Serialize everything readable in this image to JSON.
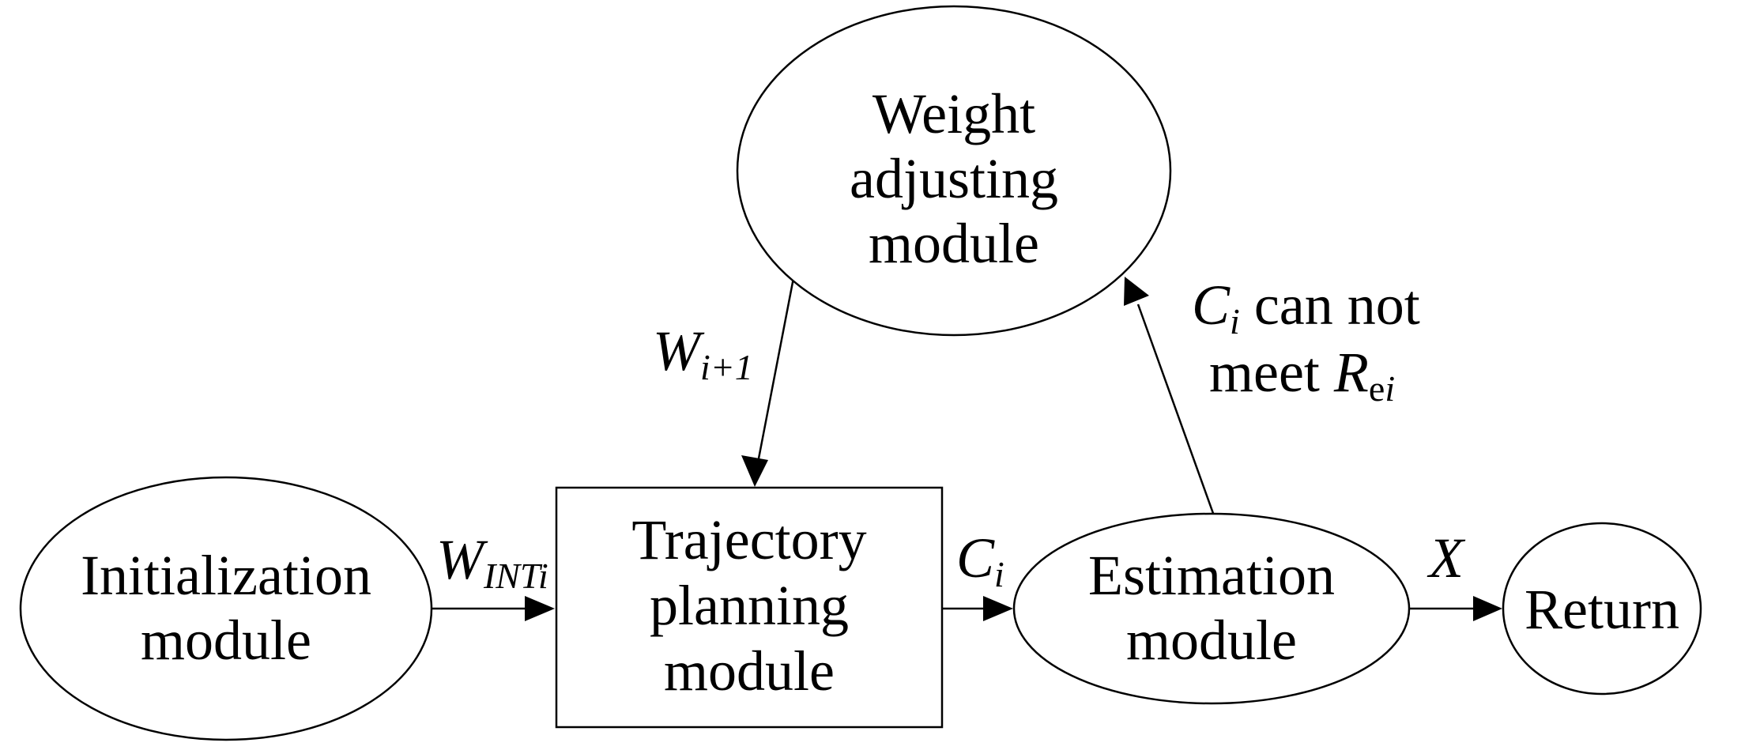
{
  "nodes": {
    "weight_adjusting": {
      "line1": "Weight",
      "line2": "adjusting",
      "line3": "module"
    },
    "initialization": {
      "line1": "Initialization",
      "line2": "module"
    },
    "trajectory_planning": {
      "line1": "Trajectory",
      "line2": "planning",
      "line3": "module"
    },
    "estimation": {
      "line1": "Estimation",
      "line2": "module"
    },
    "return": {
      "line1": "Return"
    }
  },
  "edges": {
    "w_next": {
      "main": "W",
      "sub": "i+1"
    },
    "w_init": {
      "main": "W",
      "sub": "INTi"
    },
    "c_i": {
      "main": "C",
      "sub": "i"
    },
    "x": {
      "main": "X"
    },
    "c_fail": {
      "line1_main": "C",
      "line1_sub": "i",
      "line1_rest": " can not",
      "line2_pre": "meet ",
      "line2_main": "R",
      "line2_sub1": "e",
      "line2_sub2": "i"
    }
  }
}
